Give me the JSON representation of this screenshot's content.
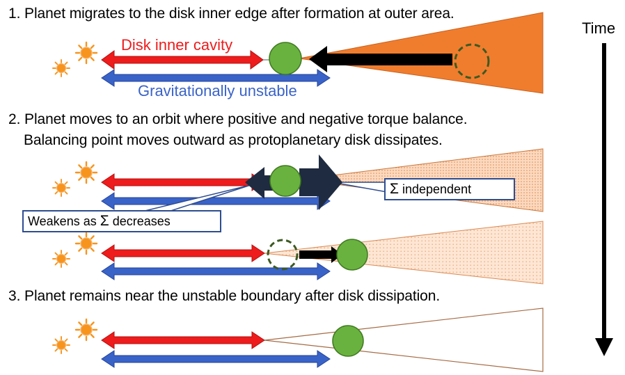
{
  "steps": {
    "step1": "1. Planet migrates to the disk inner edge after formation at outer area.",
    "step2_line1": "2. Planet moves to an orbit where positive and negative torque balance.",
    "step2_line2": "Balancing point moves outward as protoplanetary disk dissipates.",
    "step3": "3. Planet remains near the unstable boundary after disk dissipation."
  },
  "time_label": "Time",
  "labels": {
    "disk_inner_cavity": "Disk inner cavity",
    "gravitationally_unstable": "Gravitationally unstable"
  },
  "callouts": {
    "sigma_independent": {
      "symbol": "Σ",
      "text": " independent"
    },
    "weakens": {
      "prefix": "Weakens as ",
      "symbol": "Σ",
      "suffix": " decreases"
    }
  },
  "colors": {
    "star": "#f7941d",
    "red_arrow": "#ee1c1c",
    "blue_arrow": "#3a63c8",
    "planet": "#6ab23f",
    "disk_solid": "#f07d2e",
    "disk_light": "#fbd5b5",
    "torque_arrow": "#1f2b40"
  }
}
